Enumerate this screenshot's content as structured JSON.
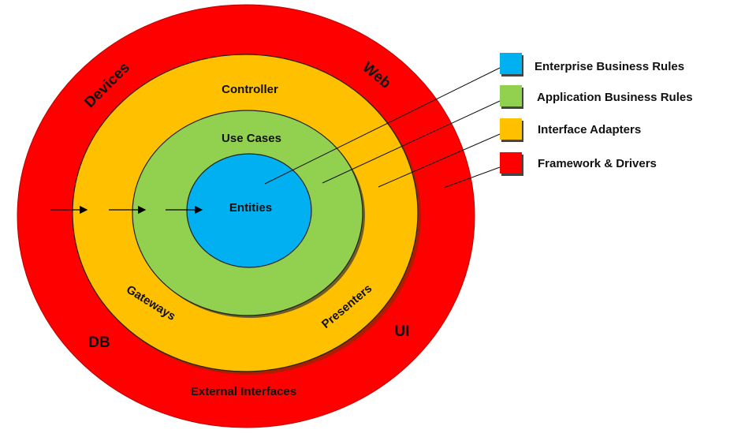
{
  "diagram": {
    "layers": {
      "entities": {
        "label": "Entities",
        "color": "#00B0F0"
      },
      "use_cases": {
        "label": "Use Cases",
        "color": "#92D050"
      },
      "interface_adapters": {
        "labels": {
          "controller": "Controller",
          "gateways": "Gateways",
          "presenters": "Presenters"
        },
        "color": "#FFC000"
      },
      "frameworks": {
        "labels": {
          "devices": "Devices",
          "web": "Web",
          "db": "DB",
          "ui": "UI",
          "external": "External Interfaces"
        },
        "color": "#FF0000"
      }
    },
    "legend": [
      {
        "label": "Enterprise Business Rules",
        "color": "#00B0F0"
      },
      {
        "label": "Application Business Rules",
        "color": "#92D050"
      },
      {
        "label": "Interface Adapters",
        "color": "#FFC000"
      },
      {
        "label": "Framework & Drivers",
        "color": "#FF0000"
      }
    ]
  }
}
